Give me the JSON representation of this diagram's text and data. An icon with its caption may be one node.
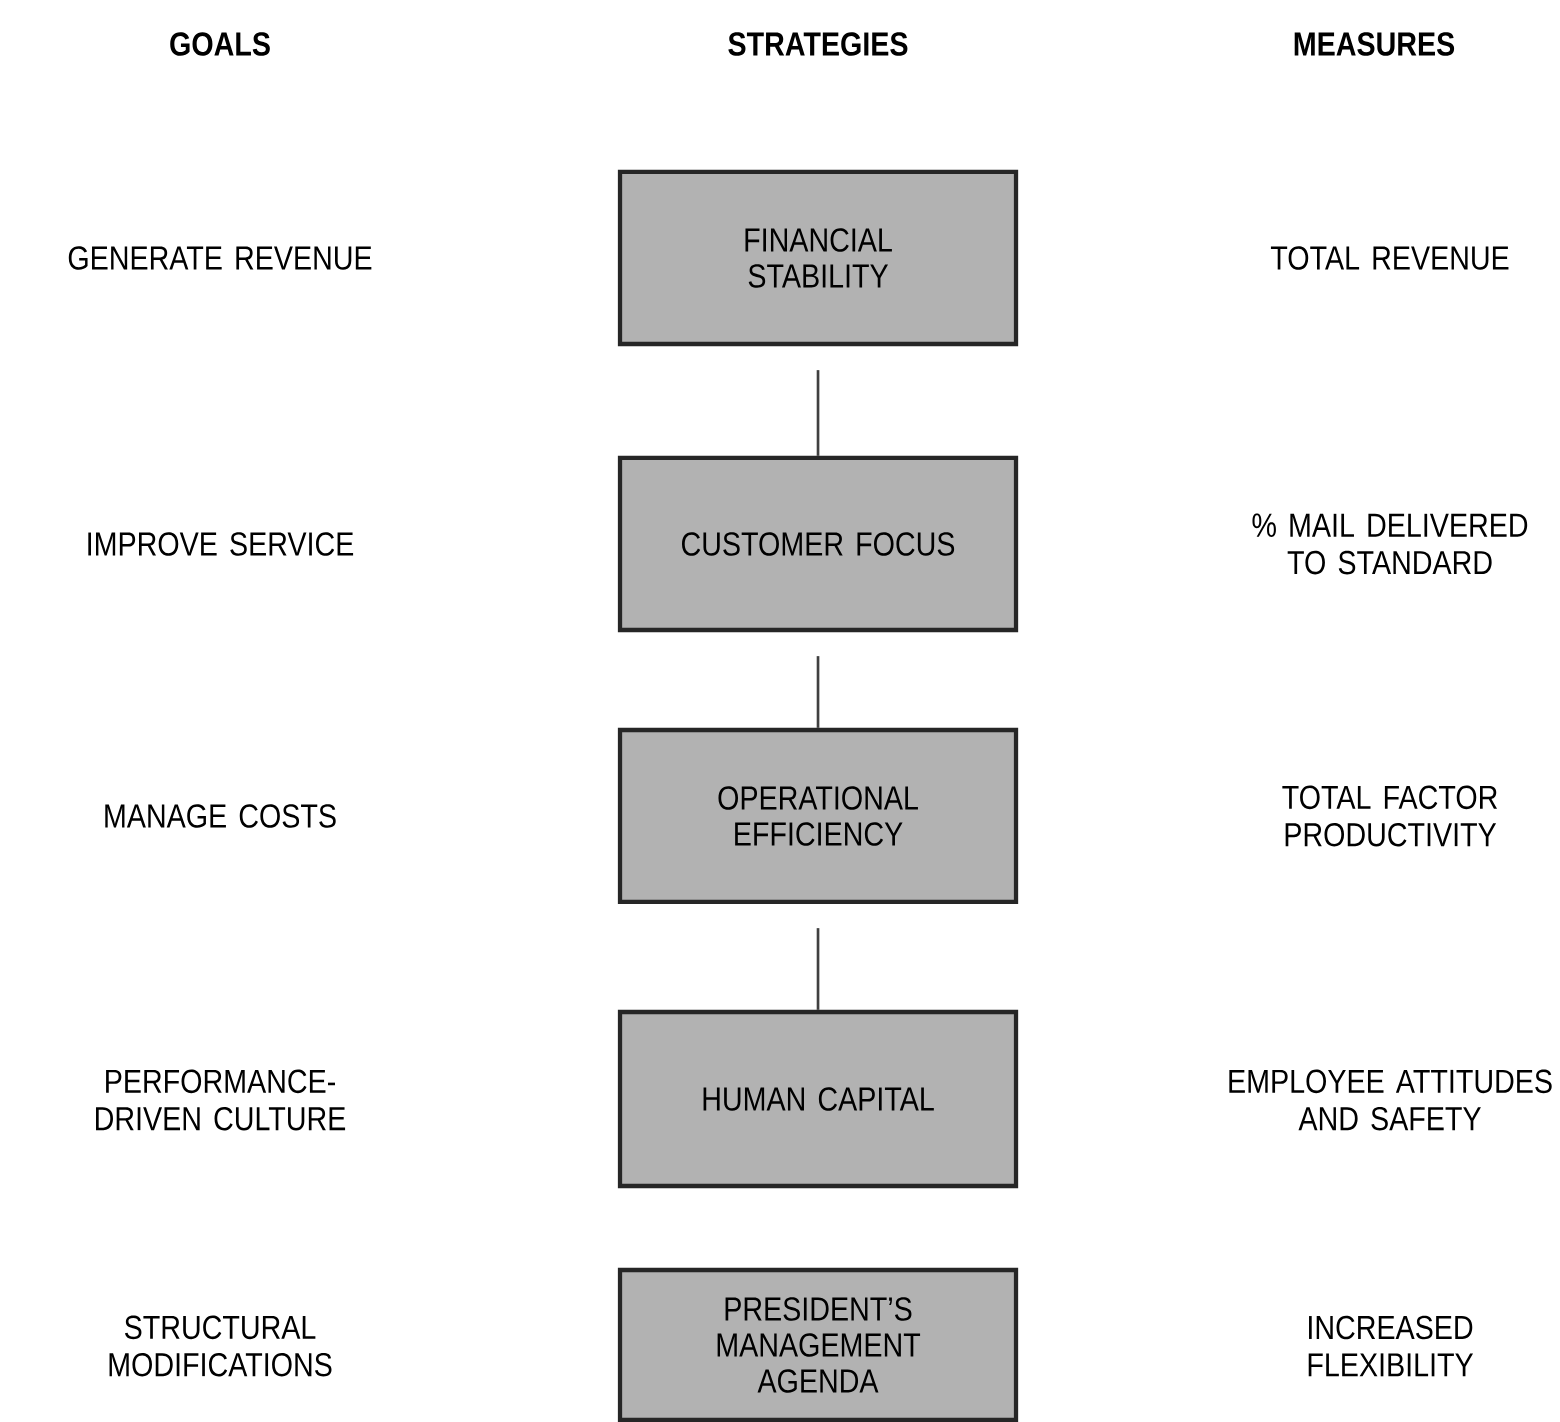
{
  "diagram": {
    "nodes": [
      {
        "text": [
          "FINANCIAL STABILITY"
        ]
      },
      {
        "text": [
          "CUSTOMER FOCUS"
        ]
      },
      {
        "text": [
          "OPERATIONAL EFFICIENCY"
        ]
      },
      {
        "text": [
          "HUMAN CAPITAL"
        ]
      },
      {
        "text": [
          "PRESIDENT’S MANAGEMENT AGENDA"
        ]
      }
    ],
    "edges": [
      {
        "from": 0,
        "to": 1,
        "arrow": "none"
      },
      {
        "from": 1,
        "to": 2,
        "arrow": "none"
      },
      {
        "from": 2,
        "to": 3,
        "arrow": "none"
      }
    ],
    "labels": [
      "GOALS",
      "STRATEGIES",
      "MEASURES",
      "GENERATE REVENUE",
      "TOTAL REVENUE",
      "IMPROVE SERVICE",
      "% MAIL DELIVERED TO STANDARD",
      "MANAGE COSTS",
      "TOTAL FACTOR PRODUCTIVITY",
      "PERFORMANCE-DRIVEN CULTURE",
      "EMPLOYEE ATTITUDES AND SAFETY",
      "STRUCTURAL MODIFICATIONS",
      "INCREASED FLEXIBILITY"
    ]
  }
}
